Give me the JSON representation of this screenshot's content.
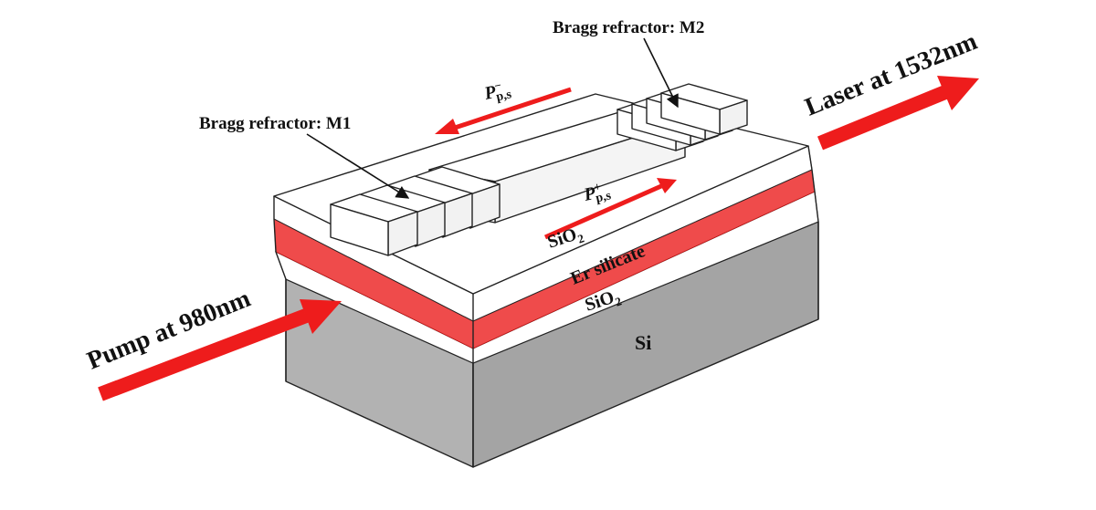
{
  "labels": {
    "bragg_m2": "Bragg refractor: M2",
    "bragg_m1": "Bragg refractor: M1",
    "laser": "Laser at 1532nm",
    "pump": "Pump at 980nm",
    "p_minus_main": "P",
    "p_minus_sup": "−",
    "p_minus_sub": "p,s",
    "p_plus_main": "P",
    "p_plus_sup": "+",
    "p_plus_sub": "p,s",
    "sio2_top_main": "SiO",
    "sio2_top_sub": "2",
    "er_silicate": "Er silicate",
    "sio2_bottom_main": "SiO",
    "sio2_bottom_sub": "2",
    "si": "Si"
  },
  "colors": {
    "arrow_red": "#ee1c1c",
    "er_layer": "#ef4b4b",
    "si_front": "#b2b2b2",
    "si_side": "#a2a2a2",
    "oxide": "#ffffff",
    "outline": "#222222"
  }
}
